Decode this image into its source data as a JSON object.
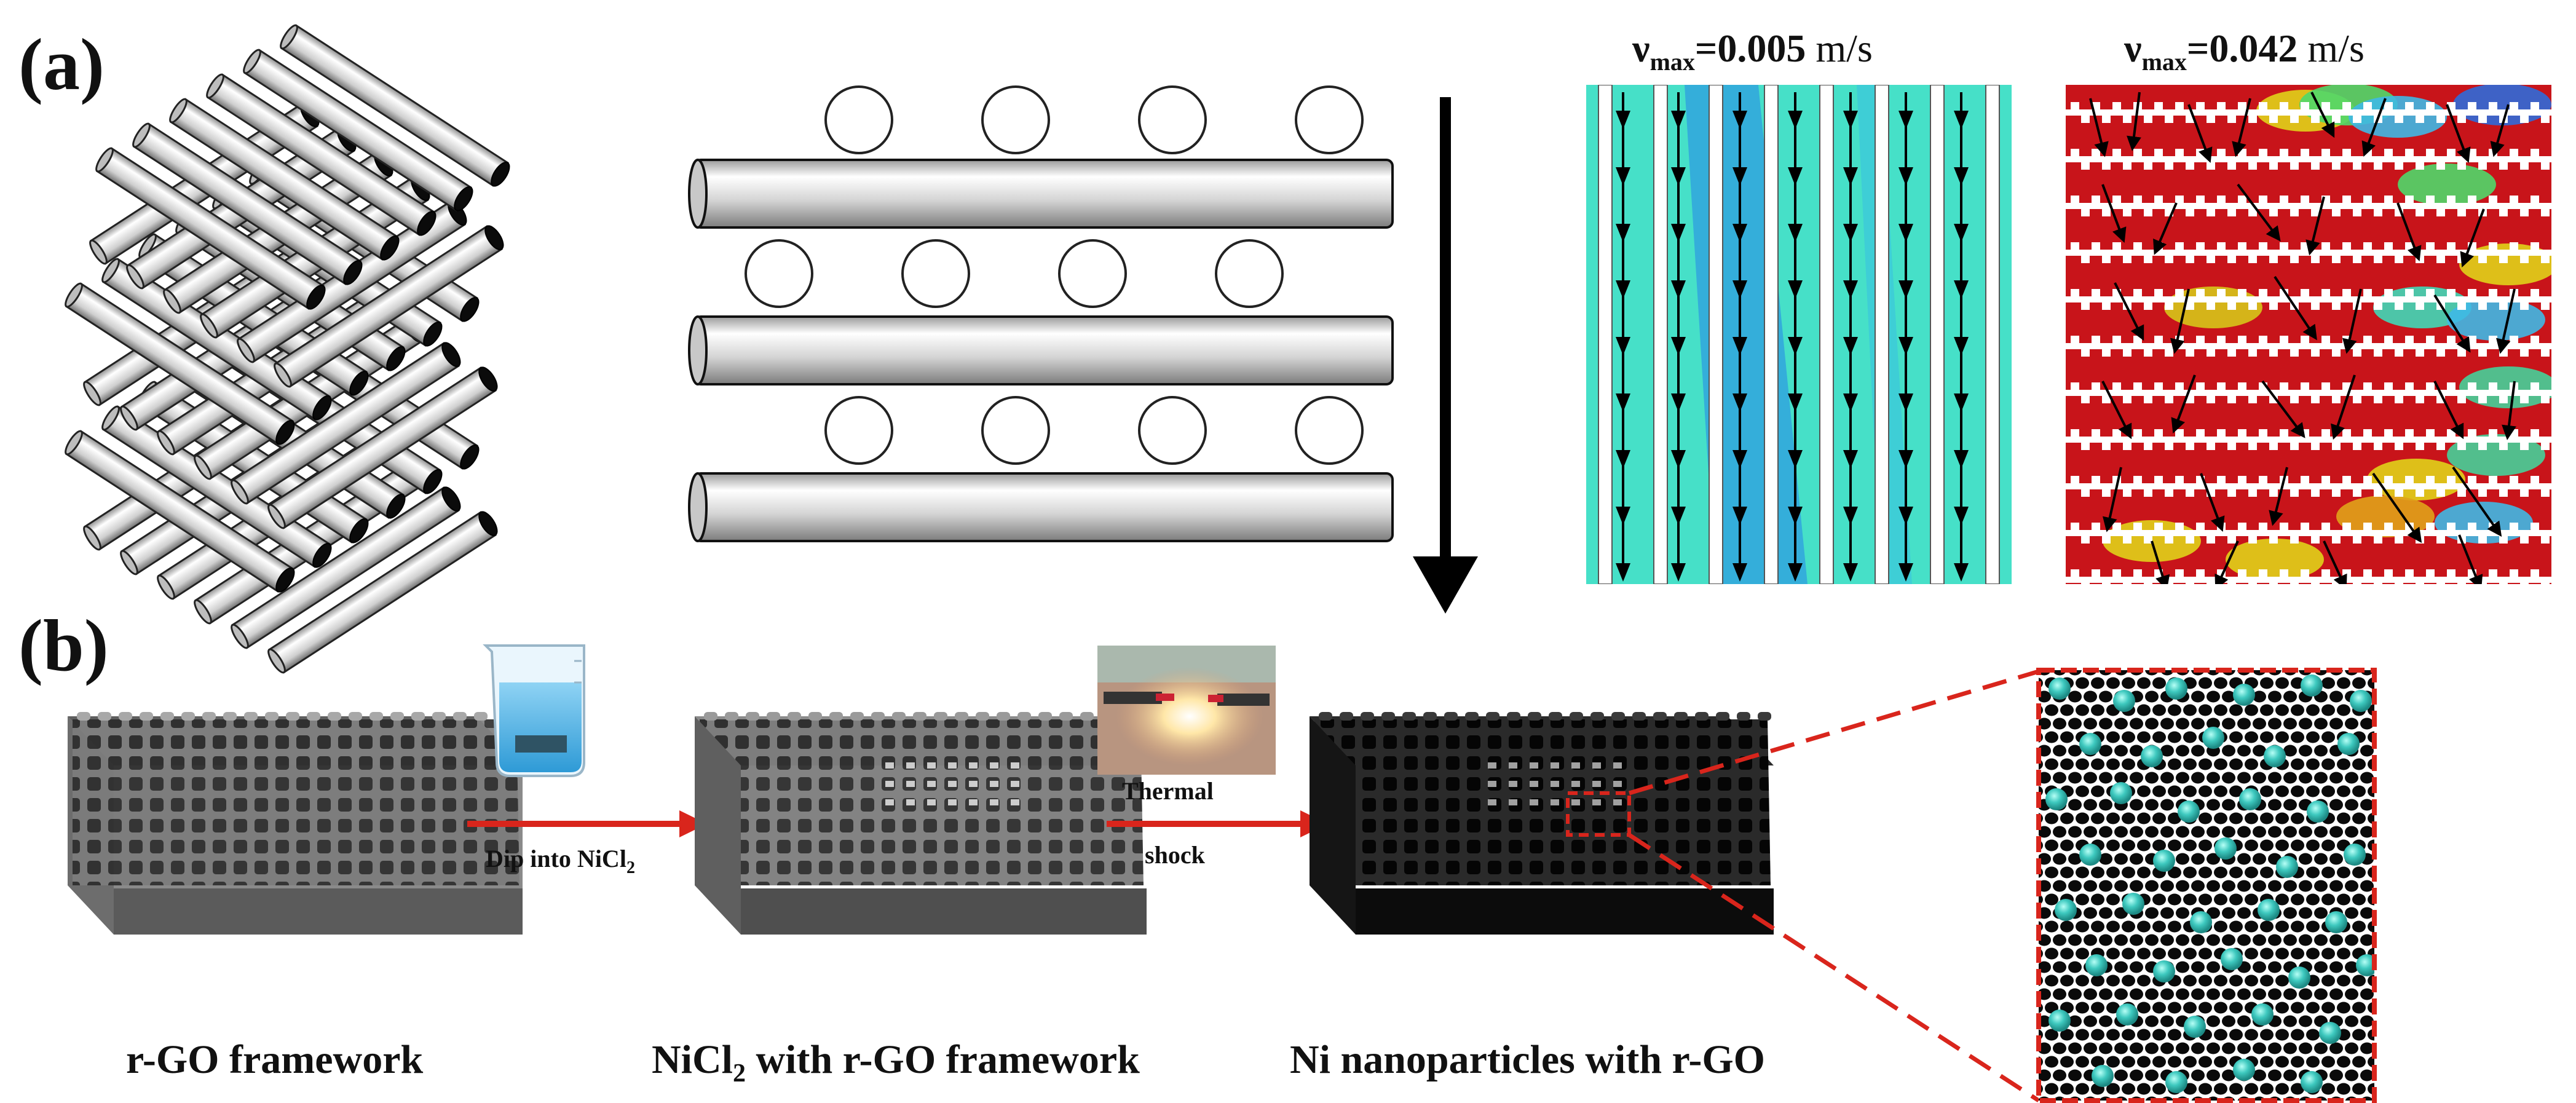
{
  "panels": {
    "a": {
      "label": "(a)"
    },
    "b": {
      "label": "(b)"
    }
  },
  "flow_panels": {
    "left": {
      "v_symbol": "ν",
      "v_sub": "max",
      "v_value": "=0.005",
      "v_unit": " m/s"
    },
    "right": {
      "v_symbol": "ν",
      "v_sub": "max",
      "v_value": "=0.042",
      "v_unit": " m/s"
    }
  },
  "steps": {
    "dip": {
      "prefix": "Dip into NiCl",
      "subscript": "2"
    },
    "shock_line1": "Thermal",
    "shock_line2": "shock"
  },
  "captions": {
    "c1": "r-GO framework",
    "c2_prefix": "NiCl",
    "c2_sub": "2",
    "c2_suffix": " with r-GO framework",
    "c3": "Ni nanoparticles with r-GO"
  },
  "colors": {
    "arrow_red": "#d9251c",
    "particle_teal": "#3ec9bf",
    "flow_cyan": "#46e0c8",
    "flow_red": "#c8141a"
  }
}
